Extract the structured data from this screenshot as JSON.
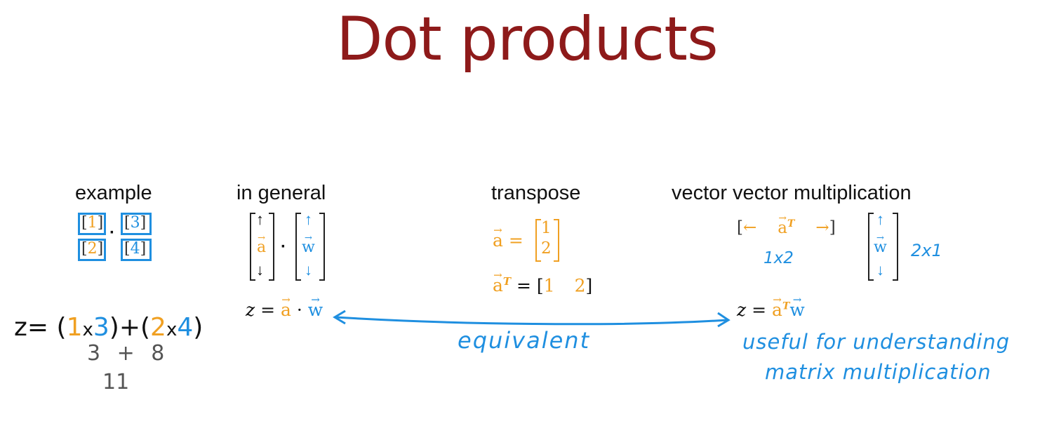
{
  "slide": {
    "title": "Dot products"
  },
  "example": {
    "heading": "example",
    "left_vector": [
      "1",
      "2"
    ],
    "right_vector": [
      "3",
      "4"
    ],
    "dot": "·",
    "formula": {
      "lhs": "z",
      "eq": "=",
      "open1": "(",
      "a1": "1",
      "times1": "x",
      "b1": "3",
      "close1": ")",
      "plus": "+",
      "open2": "(",
      "a2": "2",
      "times2": "x",
      "b2": "4",
      "close2": ")"
    },
    "step1": "3 + 8",
    "step2": "11"
  },
  "general": {
    "heading": "in general",
    "a": "a",
    "w": "w",
    "dot": "·",
    "up": "↑",
    "down": "↓",
    "eq_z": "z",
    "eq_equals": "=",
    "eq_a": "a",
    "eq_dot": "·",
    "eq_w": "w"
  },
  "transpose": {
    "heading": "transpose",
    "a": "a",
    "equals": "=",
    "column": [
      "1",
      "2"
    ],
    "a_t": "a",
    "t": "T",
    "equals2": "=",
    "row": [
      "1",
      "2"
    ]
  },
  "vvm": {
    "heading": "vector vector multiplication",
    "left_arrow": "←",
    "right_arrow": "→",
    "a": "a",
    "t": "T",
    "w": "w",
    "up": "↑",
    "down": "↓",
    "dim_left": "1x2",
    "dim_right": "2x1",
    "eq_z": "z",
    "eq_equals": "=",
    "eq_a": "a",
    "eq_t": "T",
    "eq_w": "w",
    "note1": "useful for understanding",
    "note2": "matrix multiplication"
  },
  "arrow": {
    "label": "equivalent"
  },
  "colors": {
    "title": "#8e1a1a",
    "orange": "#f0a022",
    "blue": "#1f8fe0"
  }
}
